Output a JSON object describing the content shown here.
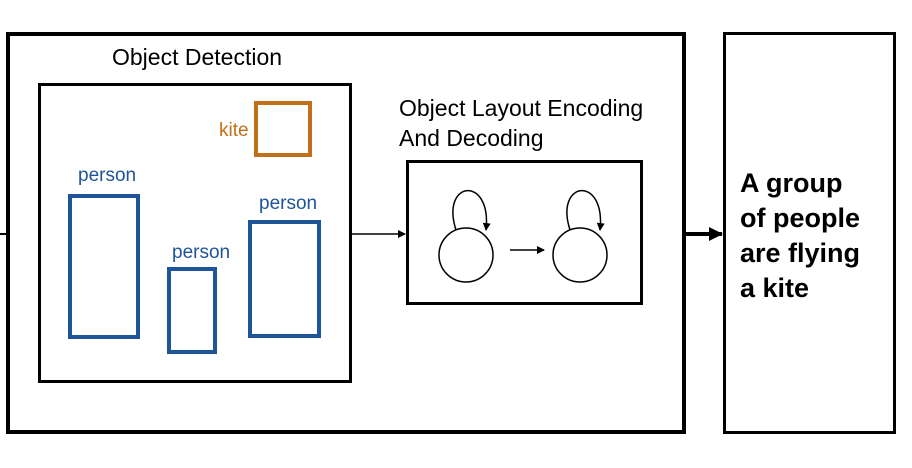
{
  "detection": {
    "title": "Object Detection",
    "objects": [
      {
        "label": "kite",
        "color": "#c0701a"
      },
      {
        "label": "person",
        "color": "#1e5599"
      },
      {
        "label": "person",
        "color": "#1e5599"
      },
      {
        "label": "person",
        "color": "#1e5599"
      }
    ]
  },
  "encoding": {
    "title_line1": "Object Layout Encoding",
    "title_line2": "And Decoding"
  },
  "output": {
    "caption_lines": [
      "A group",
      "of people",
      "are flying",
      "a kite"
    ]
  },
  "colors": {
    "person": "#1e5599",
    "kite": "#c0701a",
    "border": "#000000"
  }
}
